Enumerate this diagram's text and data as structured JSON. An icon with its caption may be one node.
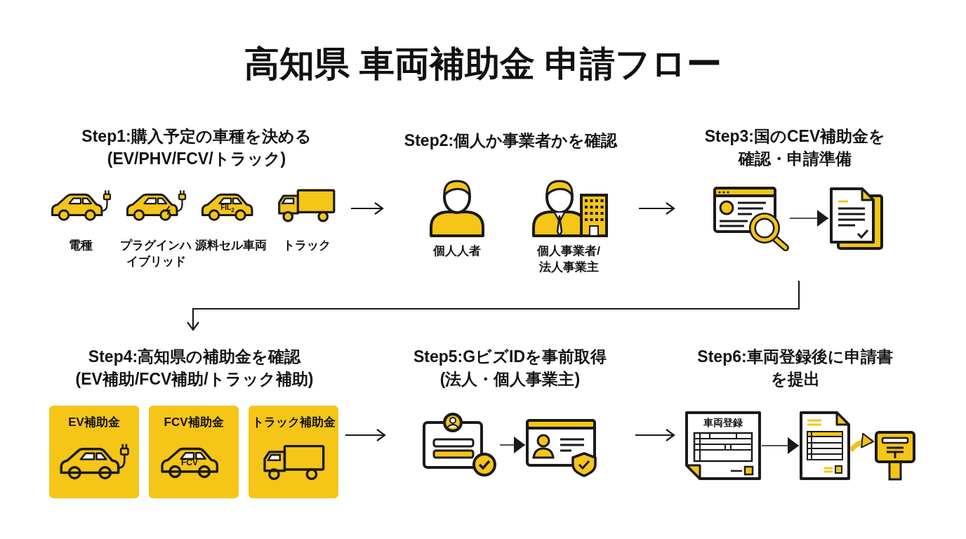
{
  "diagram": {
    "title": "高知県 車両補助金 申請フロー",
    "nodes": [
      {
        "text": [
          "Step1:購入予定の車種を決める",
          "(EV/PHV/FCV/トラック)"
        ]
      },
      {
        "text": [
          "電種"
        ],
        "in": 0
      },
      {
        "text": [
          "プラグインハイブリッド"
        ],
        "in": 0
      },
      {
        "text": [
          "FIL$_{2}$",
          "源料セル車両"
        ],
        "in": 0
      },
      {
        "text": [
          "トラック"
        ],
        "in": 0
      },
      {
        "text": [
          "Step2:個人か事業者かを確認"
        ]
      },
      {
        "text": [
          "個人人者"
        ],
        "in": 5
      },
      {
        "text": [
          "個人事業者/法人事業主"
        ],
        "in": 5
      },
      {
        "text": [
          "Step3:国のCEV補助金を確認・申請準備"
        ]
      },
      {
        "text": [],
        "shape": "picture",
        "in": 8
      },
      {
        "text": [],
        "shape": "picture",
        "in": 8
      },
      {
        "text": [
          "Step4:高知県の補助金を確認",
          "(EV補助/FCV補助/トラック補助)"
        ]
      },
      {
        "text": [
          "EV補助金"
        ],
        "in": 11
      },
      {
        "text": [
          "FCV補助金",
          "FCV"
        ],
        "in": 11
      },
      {
        "text": [
          "トラック補助金"
        ],
        "in": 11
      },
      {
        "text": [
          "Step5:GビズIDを事前取得",
          "(法人・個人事業主)"
        ]
      },
      {
        "text": [],
        "shape": "picture",
        "in": 15
      },
      {
        "text": [],
        "shape": "picture",
        "in": 15
      },
      {
        "text": [
          "Step6:車両登録後に申請書を提出"
        ]
      },
      {
        "text": [
          "車両登録"
        ],
        "in": 18
      },
      {
        "text": [],
        "shape": "picture",
        "in": 18
      },
      {
        "text": [],
        "shape": "picture",
        "in": 18
      }
    ],
    "edges": [
      {
        "from": 0,
        "to": 5,
        "arrow": "to"
      },
      {
        "from": 5,
        "to": 8,
        "arrow": "to"
      },
      {
        "from": 8,
        "to": 11,
        "arrow": "to"
      },
      {
        "from": 11,
        "to": 15,
        "arrow": "to"
      },
      {
        "from": 15,
        "to": 18,
        "arrow": "to"
      },
      {
        "from": 9,
        "to": 10,
        "arrow": "to"
      },
      {
        "from": 16,
        "to": 17,
        "arrow": "to"
      },
      {
        "from": 19,
        "to": 20,
        "arrow": "to"
      },
      {
        "from": 20,
        "to": 21,
        "arrow": "to",
        "style": "thick",
        "color": "#f2c21b"
      }
    ]
  }
}
